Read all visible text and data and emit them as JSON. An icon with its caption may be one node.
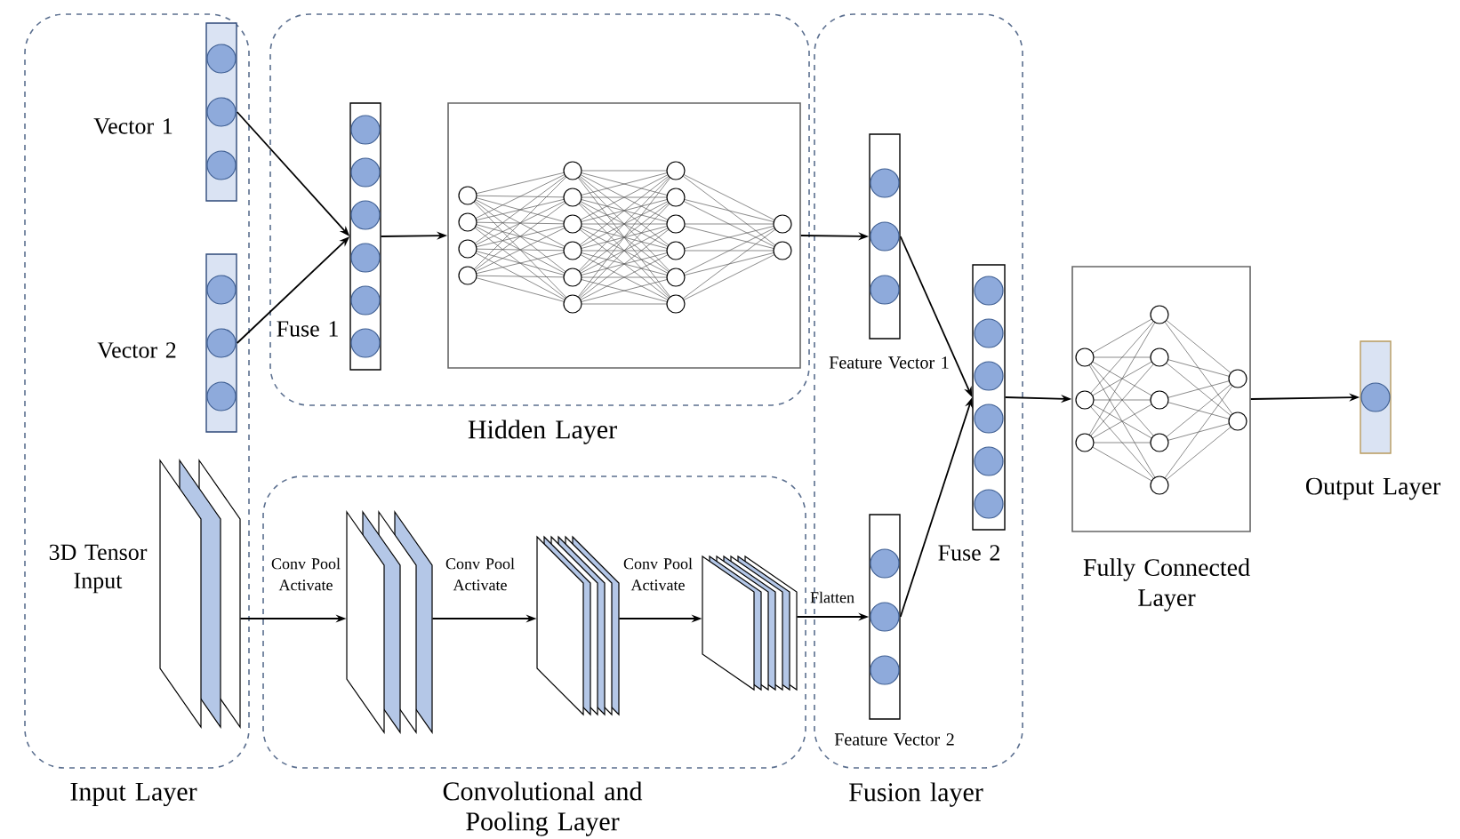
{
  "diagram": {
    "nodes": [
      {
        "text": [
          "Input Layer"
        ]
      },
      {
        "text": [],
        "shape": "bar",
        "beside": [
          "Vector 1"
        ],
        "in": 0
      },
      {
        "text": [],
        "shape": "bar",
        "beside": [
          "Vector 2"
        ],
        "in": 0
      },
      {
        "text": [],
        "shape": "stack",
        "beside": [
          "3D Tensor Input"
        ],
        "in": 0
      },
      {
        "text": [
          "Hidden Layer"
        ]
      },
      {
        "text": [],
        "shape": "bar",
        "beside": [
          "Fuse 1"
        ],
        "in": 4
      },
      {
        "text": [],
        "shape": "picture",
        "in": 4
      },
      {
        "text": [
          "Convolutional and Pooling Layer"
        ]
      },
      {
        "text": [],
        "shape": "stack",
        "in": 7
      },
      {
        "text": [],
        "shape": "stack",
        "in": 7
      },
      {
        "text": [],
        "shape": "stack",
        "in": 7
      },
      {
        "text": [
          "Fusion layer"
        ]
      },
      {
        "text": [],
        "shape": "bar",
        "beside": [
          "Feature Vector 1"
        ],
        "in": 11
      },
      {
        "text": [],
        "shape": "bar",
        "beside": [
          "Feature Vector 2"
        ],
        "in": 11
      },
      {
        "text": [],
        "shape": "bar",
        "beside": [
          "Fuse 2"
        ],
        "in": 11
      },
      {
        "text": [],
        "shape": "picture",
        "beside": [
          "Fully Connected Layer"
        ]
      },
      {
        "text": [],
        "shape": "bar",
        "beside": [
          "Output Layer"
        ]
      }
    ],
    "edges": [
      {
        "from": 1,
        "to": 5,
        "arrow": "to"
      },
      {
        "from": 2,
        "to": 5,
        "arrow": "to"
      },
      {
        "from": 5,
        "to": 6,
        "arrow": "to"
      },
      {
        "from": 6,
        "to": 12,
        "arrow": "to"
      },
      {
        "from": 3,
        "to": 8,
        "arrow": "to",
        "label": "Conv Pool Activate"
      },
      {
        "from": 8,
        "to": 9,
        "arrow": "to",
        "label": "Conv Pool Activate"
      },
      {
        "from": 9,
        "to": 10,
        "arrow": "to",
        "label": "Conv Pool Activate"
      },
      {
        "from": 10,
        "to": 13,
        "arrow": "to",
        "label": "Flatten"
      },
      {
        "from": 12,
        "to": 14,
        "arrow": "to"
      },
      {
        "from": 13,
        "to": 14,
        "arrow": "to"
      },
      {
        "from": 14,
        "to": 15,
        "arrow": "to"
      },
      {
        "from": 15,
        "to": 16,
        "arrow": "to"
      }
    ]
  }
}
